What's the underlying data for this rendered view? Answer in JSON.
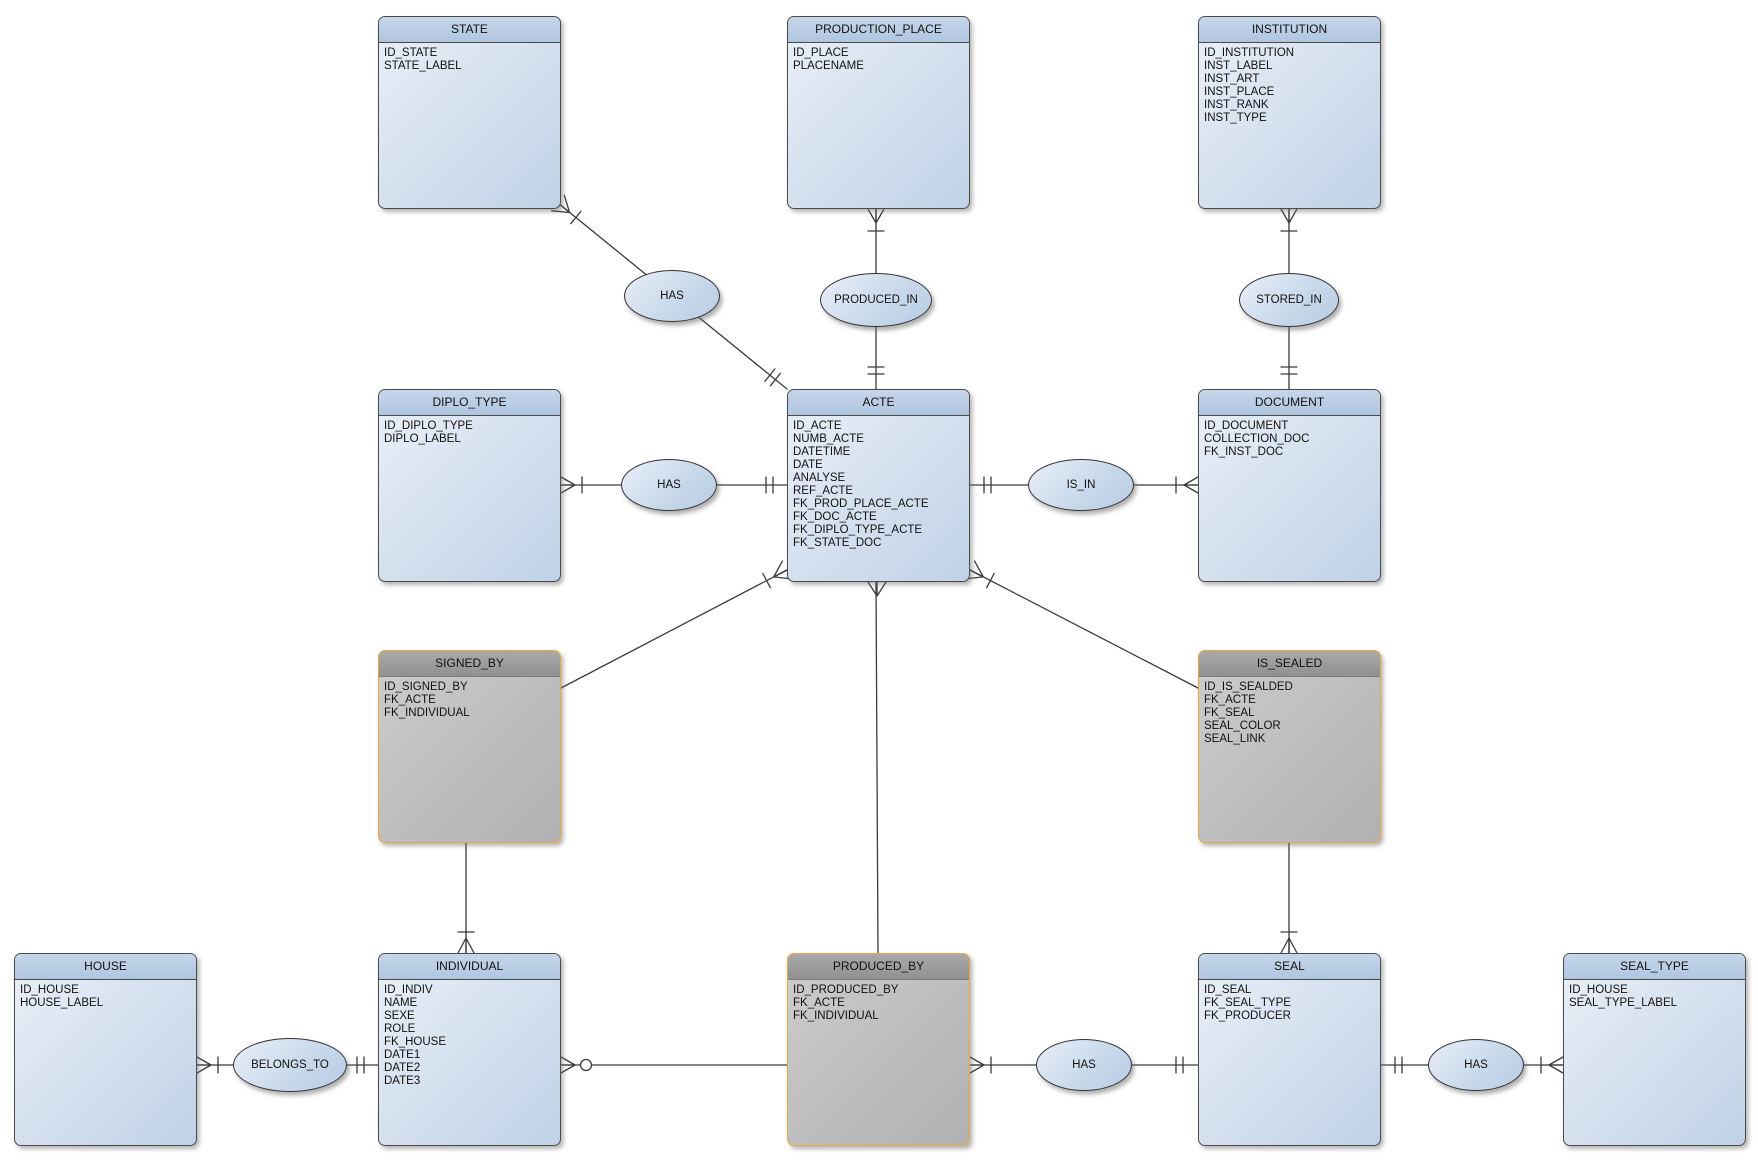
{
  "diagram": {
    "type": "entity-relationship",
    "notation": "crow-foot",
    "colors": {
      "entity_header": "#b7cbe3",
      "entity_body": "#d3dfee",
      "entity_border": "#4a4a4a",
      "association_header": "#9c9c9c",
      "association_body": "#bfbfbf",
      "association_border": "#f0a43c",
      "line": "#3b3b3b",
      "background": "#ffffff"
    }
  },
  "entities": {
    "state": {
      "title": "STATE",
      "fields": [
        "ID_STATE",
        "STATE_LABEL"
      ]
    },
    "production_place": {
      "title": "PRODUCTION_PLACE",
      "fields": [
        "ID_PLACE",
        "PLACENAME"
      ]
    },
    "institution": {
      "title": "INSTITUTION",
      "fields": [
        "ID_INSTITUTION",
        "INST_LABEL",
        "INST_ART",
        "INST_PLACE",
        "INST_RANK",
        "INST_TYPE"
      ]
    },
    "diplo_type": {
      "title": "DIPLO_TYPE",
      "fields": [
        "ID_DIPLO_TYPE",
        "DIPLO_LABEL"
      ]
    },
    "acte": {
      "title": "ACTE",
      "fields": [
        "ID_ACTE",
        "NUMB_ACTE",
        "DATETIME",
        "DATE",
        "ANALYSE",
        "REF_ACTE",
        "FK_PROD_PLACE_ACTE",
        "FK_DOC_ACTE",
        "FK_DIPLO_TYPE_ACTE",
        "FK_STATE_DOC"
      ]
    },
    "document": {
      "title": "DOCUMENT",
      "fields": [
        "ID_DOCUMENT",
        "COLLECTION_DOC",
        "FK_INST_DOC"
      ]
    },
    "signed_by": {
      "title": "SIGNED_BY",
      "fields": [
        "ID_SIGNED_BY",
        "FK_ACTE",
        "FK_INDIVIDUAL"
      ]
    },
    "is_sealed": {
      "title": "IS_SEALED",
      "fields": [
        "ID_IS_SEALDED",
        "FK_ACTE",
        "FK_SEAL",
        "SEAL_COLOR",
        "SEAL_LINK"
      ]
    },
    "house": {
      "title": "HOUSE",
      "fields": [
        "ID_HOUSE",
        "HOUSE_LABEL"
      ]
    },
    "individual": {
      "title": "INDIVIDUAL",
      "fields": [
        "ID_INDIV",
        "NAME",
        "SEXE",
        "ROLE",
        "FK_HOUSE",
        "DATE1",
        "DATE2",
        "DATE3"
      ]
    },
    "produced_by": {
      "title": "PRODUCED_BY",
      "fields": [
        "ID_PRODUCED_BY",
        "FK_ACTE",
        "FK_INDIVIDUAL"
      ]
    },
    "seal": {
      "title": "SEAL",
      "fields": [
        "ID_SEAL",
        "FK_SEAL_TYPE",
        "FK_PRODUCER"
      ]
    },
    "seal_type": {
      "title": "SEAL_TYPE",
      "fields": [
        "ID_HOUSE",
        "SEAL_TYPE_LABEL"
      ]
    }
  },
  "relationships": {
    "has_state_acte": {
      "label": "HAS"
    },
    "produced_in": {
      "label": "PRODUCED_IN"
    },
    "stored_in": {
      "label": "STORED_IN"
    },
    "has_diplo_acte": {
      "label": "HAS"
    },
    "is_in": {
      "label": "IS_IN"
    },
    "belongs_to": {
      "label": "BELONGS_TO"
    },
    "has_producedby_seal": {
      "label": "HAS"
    },
    "has_seal_sealtype": {
      "label": "HAS"
    }
  },
  "connectors": [
    {
      "from": "STATE",
      "via": "HAS",
      "to": "ACTE",
      "from_marker": "many-one",
      "to_marker": "exactly-one"
    },
    {
      "from": "PRODUCTION_PLACE",
      "via": "PRODUCED_IN",
      "to": "ACTE",
      "from_marker": "many-one",
      "to_marker": "exactly-one"
    },
    {
      "from": "INSTITUTION",
      "via": "STORED_IN",
      "to": "DOCUMENT",
      "from_marker": "many-one",
      "to_marker": "exactly-one"
    },
    {
      "from": "DIPLO_TYPE",
      "via": "HAS",
      "to": "ACTE",
      "from_marker": "many-one",
      "to_marker": "exactly-one"
    },
    {
      "from": "ACTE",
      "via": "IS_IN",
      "to": "DOCUMENT",
      "from_marker": "exactly-one",
      "to_marker": "one-many"
    },
    {
      "from": "ACTE",
      "via": "",
      "to": "SIGNED_BY",
      "from_marker": "many-one",
      "to_marker": "plain"
    },
    {
      "from": "ACTE",
      "via": "",
      "to": "IS_SEALED",
      "from_marker": "many-one",
      "to_marker": "plain"
    },
    {
      "from": "ACTE",
      "via": "",
      "to": "PRODUCED_BY",
      "from_marker": "many",
      "to_marker": "plain"
    },
    {
      "from": "SIGNED_BY",
      "via": "",
      "to": "INDIVIDUAL",
      "from_marker": "plain",
      "to_marker": "one-many"
    },
    {
      "from": "IS_SEALED",
      "via": "",
      "to": "SEAL",
      "from_marker": "plain",
      "to_marker": "one-many"
    },
    {
      "from": "HOUSE",
      "via": "BELONGS_TO",
      "to": "INDIVIDUAL",
      "from_marker": "many-one",
      "to_marker": "exactly-one"
    },
    {
      "from": "INDIVIDUAL",
      "via": "",
      "to": "PRODUCED_BY",
      "from_marker": "many-optional",
      "to_marker": "plain"
    },
    {
      "from": "PRODUCED_BY",
      "via": "HAS",
      "to": "SEAL",
      "from_marker": "many-one",
      "to_marker": "exactly-one"
    },
    {
      "from": "SEAL",
      "via": "HAS",
      "to": "SEAL_TYPE",
      "from_marker": "exactly-one",
      "to_marker": "one-many"
    }
  ]
}
